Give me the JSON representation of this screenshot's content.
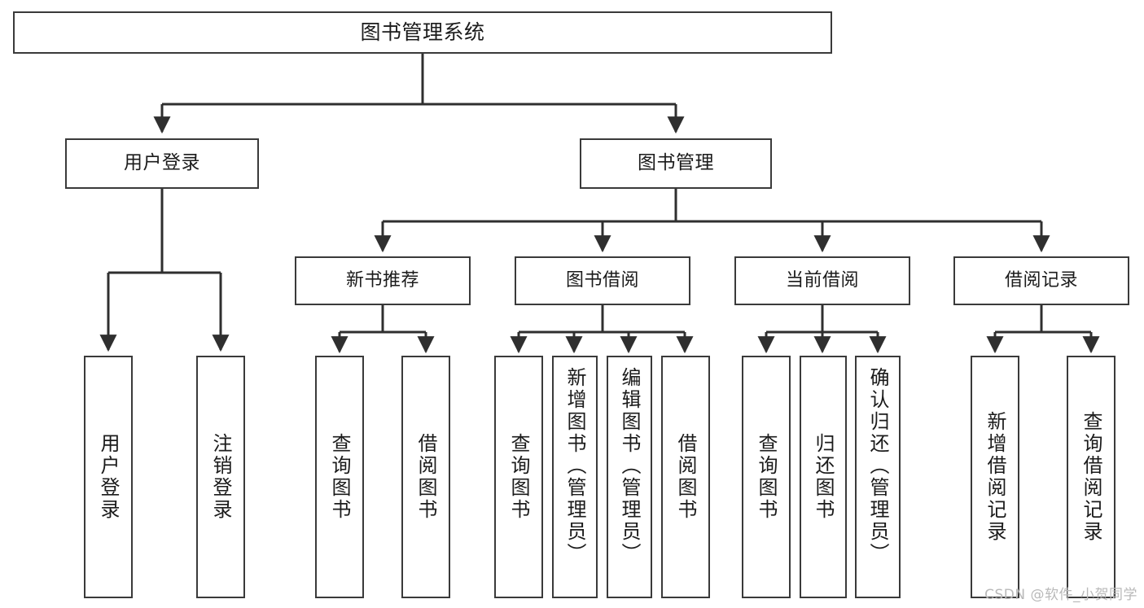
{
  "diagram": {
    "title": "图书管理系统",
    "type": "tree",
    "watermark": "CSDN @软件_小贺同学",
    "colors": {
      "background": "#ffffff",
      "box_border": "#3a3a3a",
      "connector": "#2f2f2f",
      "text": "#1b1b1b",
      "watermark": "#b9b9b9"
    },
    "levels": {
      "root": {
        "label": "图书管理系统"
      },
      "level2": [
        {
          "label": "用户登录"
        },
        {
          "label": "图书管理"
        }
      ],
      "level3": [
        {
          "label": "新书推荐"
        },
        {
          "label": "图书借阅"
        },
        {
          "label": "当前借阅"
        },
        {
          "label": "借阅记录"
        }
      ],
      "leaves": [
        {
          "label": "用户登录",
          "parent": "用户登录"
        },
        {
          "label": "注销登录",
          "parent": "用户登录"
        },
        {
          "label": "查询图书",
          "parent": "新书推荐"
        },
        {
          "label": "借阅图书",
          "parent": "新书推荐"
        },
        {
          "label": "查询图书",
          "parent": "图书借阅"
        },
        {
          "label": "新增图书（管理员）",
          "parent": "图书借阅"
        },
        {
          "label": "编辑图书（管理员）",
          "parent": "图书借阅"
        },
        {
          "label": "借阅图书",
          "parent": "图书借阅"
        },
        {
          "label": "查询图书",
          "parent": "当前借阅"
        },
        {
          "label": "归还图书",
          "parent": "当前借阅"
        },
        {
          "label": "确认归还（管理员）",
          "parent": "当前借阅"
        },
        {
          "label": "新增借阅记录",
          "parent": "借阅记录"
        },
        {
          "label": "查询借阅记录",
          "parent": "借阅记录"
        }
      ]
    }
  }
}
